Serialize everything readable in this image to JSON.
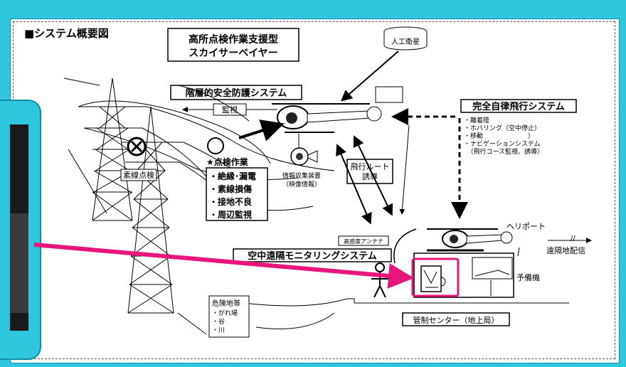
{
  "diagram": {
    "title": "■システム概要図",
    "main_title": [
      "高所点検作業支援型",
      "スカイサーベイヤー"
    ],
    "satellite": "人工衛星",
    "layered_safety": "階層的安全防護システム",
    "monitoring": "監視",
    "autonomous_flight": "完全自律飛行システム",
    "autonomous_items": [
      "・離着陸",
      "・ホバリング（空中停止）",
      "・移動　　　　　　　）",
      "・ナビゲーションシステム",
      "　（飛行コース監視、誘導）"
    ],
    "inspection_title": "★点検作業",
    "inspection_items": [
      "・絶縁･漏電",
      "・素線損傷",
      "・接地不良",
      "・周辺監視"
    ],
    "wire_inspection": "素線点検",
    "info_device": [
      "情報収集装置",
      "（映像情報）"
    ],
    "flight_route": [
      "飛行ルート",
      "誘導"
    ],
    "antenna": "高感度アンテナ",
    "aerial_monitoring": "空中遠隔モニタリングシステム",
    "heliport": "ヘリポート",
    "remote_delivery": "遠隔地配信",
    "spare": "予備機",
    "danger_zone": "危険地帯",
    "danger_items": [
      "・がれ場",
      "・谷",
      "・川"
    ],
    "control_center": "管制センター（地上局）",
    "colors": {
      "frame": "#2ec7de",
      "pointer_arrow": "#e8157a"
    }
  }
}
